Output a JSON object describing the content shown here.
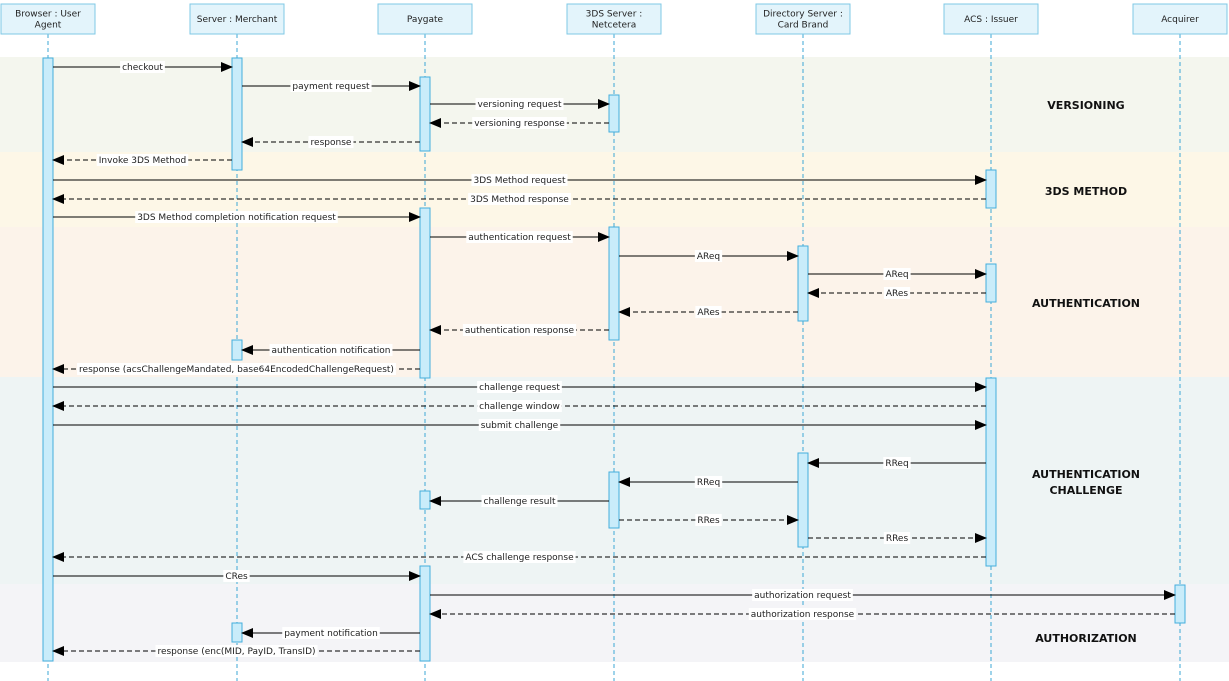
{
  "participants": [
    {
      "id": "ua",
      "lines": [
        "Browser : User",
        "Agent"
      ]
    },
    {
      "id": "merchant",
      "lines": [
        "Server : Merchant"
      ]
    },
    {
      "id": "paygate",
      "lines": [
        "Paygate"
      ]
    },
    {
      "id": "tds",
      "lines": [
        "3DS Server :",
        "Netcetera"
      ]
    },
    {
      "id": "ds",
      "lines": [
        "Directory Server :",
        "Card Brand"
      ]
    },
    {
      "id": "acs",
      "lines": [
        "ACS : Issuer"
      ]
    },
    {
      "id": "acquirer",
      "lines": [
        "Acquirer"
      ]
    }
  ],
  "phases": [
    {
      "id": "versioning",
      "lines": [
        "VERSIONING"
      ],
      "color": "#f4f6ee"
    },
    {
      "id": "method",
      "lines": [
        "3DS METHOD"
      ],
      "color": "#fdf7e7"
    },
    {
      "id": "authentication",
      "lines": [
        "AUTHENTICATION"
      ],
      "color": "#fcf3ea"
    },
    {
      "id": "challenge",
      "lines": [
        "AUTHENTICATION",
        "CHALLENGE"
      ],
      "color": "#eef4f4"
    },
    {
      "id": "authorization",
      "lines": [
        "AUTHORIZATION"
      ],
      "color": "#f4f4f7"
    }
  ],
  "messages": [
    {
      "label": "checkout",
      "from": "ua",
      "to": "merchant",
      "type": "sync"
    },
    {
      "label": "payment request",
      "from": "merchant",
      "to": "paygate",
      "type": "sync"
    },
    {
      "label": "versioning request",
      "from": "paygate",
      "to": "tds",
      "type": "sync"
    },
    {
      "label": "versioning response",
      "from": "tds",
      "to": "paygate",
      "type": "return"
    },
    {
      "label": "response",
      "from": "paygate",
      "to": "merchant",
      "type": "return"
    },
    {
      "label": "Invoke 3DS Method",
      "from": "merchant",
      "to": "ua",
      "type": "return"
    },
    {
      "label": "3DS Method request",
      "from": "ua",
      "to": "acs",
      "type": "sync"
    },
    {
      "label": "3DS Method response",
      "from": "acs",
      "to": "ua",
      "type": "return"
    },
    {
      "label": "3DS Method completion notification request",
      "from": "ua",
      "to": "paygate",
      "type": "sync"
    },
    {
      "label": "authentication request",
      "from": "paygate",
      "to": "tds",
      "type": "sync"
    },
    {
      "label": "AReq",
      "from": "tds",
      "to": "ds",
      "type": "sync"
    },
    {
      "label": "AReq",
      "from": "ds",
      "to": "acs",
      "type": "sync"
    },
    {
      "label": "ARes",
      "from": "acs",
      "to": "ds",
      "type": "return"
    },
    {
      "label": "ARes",
      "from": "ds",
      "to": "tds",
      "type": "return"
    },
    {
      "label": "authentication response",
      "from": "tds",
      "to": "paygate",
      "type": "return"
    },
    {
      "label": "authentication notification",
      "from": "paygate",
      "to": "merchant",
      "type": "sync"
    },
    {
      "label": "response (acsChallengeMandated, base64EncodedChallengeRequest)",
      "from": "paygate",
      "to": "ua",
      "type": "return"
    },
    {
      "label": "challenge request",
      "from": "ua",
      "to": "acs",
      "type": "sync"
    },
    {
      "label": "challenge window",
      "from": "acs",
      "to": "ua",
      "type": "return"
    },
    {
      "label": "submit challenge",
      "from": "ua",
      "to": "acs",
      "type": "sync"
    },
    {
      "label": "RReq",
      "from": "acs",
      "to": "ds",
      "type": "sync"
    },
    {
      "label": "RReq",
      "from": "ds",
      "to": "tds",
      "type": "sync"
    },
    {
      "label": "challenge result",
      "from": "tds",
      "to": "paygate",
      "type": "sync"
    },
    {
      "label": "RRes",
      "from": "tds",
      "to": "ds",
      "type": "return"
    },
    {
      "label": "RRes",
      "from": "ds",
      "to": "acs",
      "type": "return"
    },
    {
      "label": "ACS challenge response",
      "from": "acs",
      "to": "ua",
      "type": "return"
    },
    {
      "label": "CRes",
      "from": "ua",
      "to": "paygate",
      "type": "sync"
    },
    {
      "label": "authorization request",
      "from": "paygate",
      "to": "acquirer",
      "type": "sync"
    },
    {
      "label": "authorization response",
      "from": "acquirer",
      "to": "paygate",
      "type": "return"
    },
    {
      "label": "payment notification",
      "from": "paygate",
      "to": "merchant",
      "type": "sync"
    },
    {
      "label": "response (enc(MID, PayID, TransID)",
      "from": "paygate",
      "to": "ua",
      "type": "return"
    }
  ],
  "colors": {
    "participant_fill": "#e3f4fb",
    "participant_border": "#7fc8e6",
    "lifeline": "#3da7d6",
    "activation_fill": "#c9ecfa",
    "activation_border": "#44aedc",
    "arrow": "#000000"
  }
}
